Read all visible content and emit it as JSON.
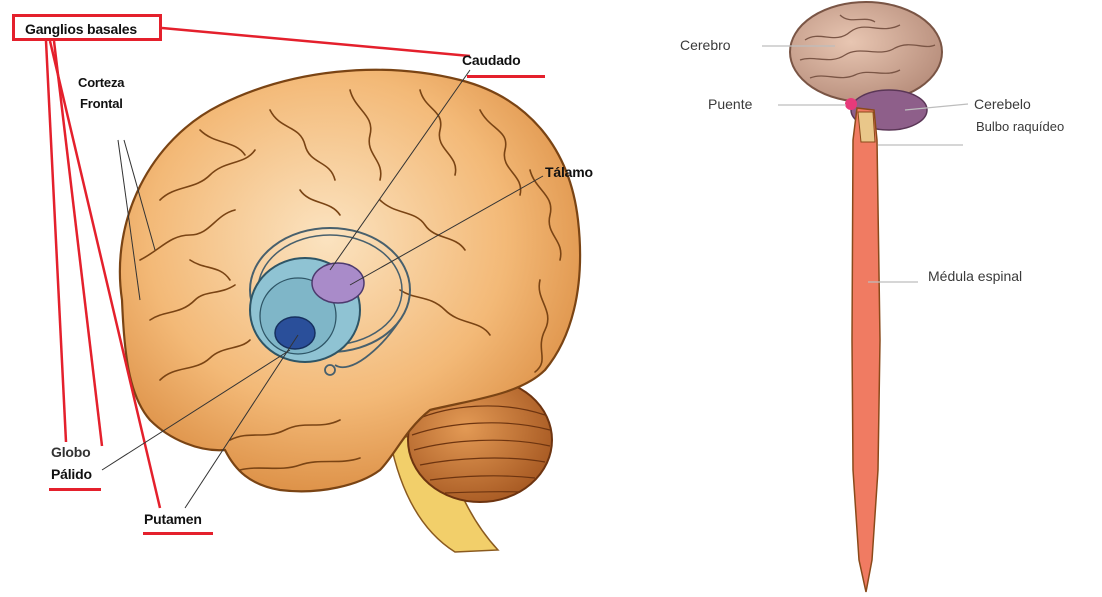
{
  "left_panel": {
    "box_label": "Ganglios basales",
    "corteza_frontal": [
      "Corteza",
      "Frontal"
    ],
    "caudado": "Caudado",
    "talamo": "Tálamo",
    "globo_palido": [
      "Globo",
      "Pálido"
    ],
    "putamen": "Putamen"
  },
  "right_panel": {
    "cerebro": "Cerebro",
    "puente": "Puente",
    "cerebelo": "Cerebelo",
    "bulbo": "Bulbo raquídeo",
    "medula": "Médula espinal"
  },
  "colors": {
    "highlight_red": "#e4202c",
    "brain_orange": "#f0b071",
    "basal_blue": "#7fb6c8",
    "putamen_navy": "#2a4f9a",
    "thalamus_violet": "#a98bc9",
    "spinal_salmon": "#f07b62"
  }
}
